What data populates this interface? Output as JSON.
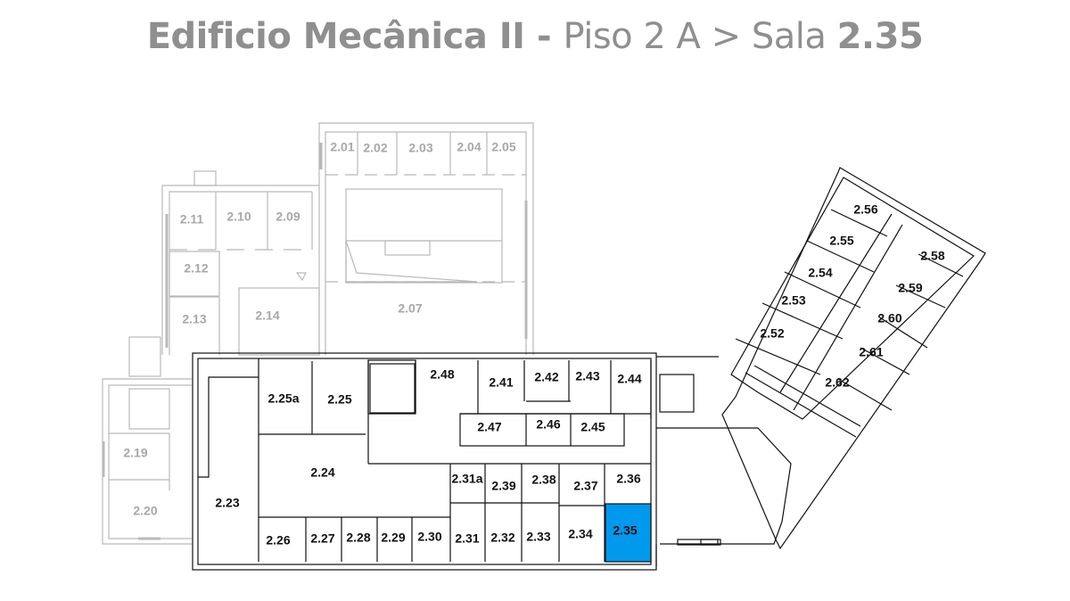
{
  "header": {
    "building": "Edificio Mecânica II",
    "separator": " - ",
    "floor": "Piso 2 A",
    "crumb_sep": " > ",
    "room_prefix": "Sala ",
    "room": "2.35"
  },
  "colors": {
    "highlight": "#0099ee",
    "inactive": "#b9b9b9",
    "active": "#111111",
    "title": "#8f8f8f"
  },
  "map": {
    "selected_room": "2.35",
    "inactive_rooms": {
      "r201": "2.01",
      "r202": "2.02",
      "r203": "2.03",
      "r204": "2.04",
      "r205": "2.05",
      "r207": "2.07",
      "r209": "2.09",
      "r210": "2.10",
      "r211": "2.11",
      "r212": "2.12",
      "r213": "2.13",
      "r214": "2.14",
      "r219": "2.19",
      "r220": "2.20"
    },
    "rooms": {
      "r223": "2.23",
      "r224": "2.24",
      "r225": "2.25",
      "r225a": "2.25a",
      "r226": "2.26",
      "r227": "2.27",
      "r228": "2.28",
      "r229": "2.29",
      "r230": "2.30",
      "r231": "2.31",
      "r231a": "2.31a",
      "r232": "2.32",
      "r233": "2.33",
      "r234": "2.34",
      "r235": "2.35",
      "r236": "2.36",
      "r237": "2.37",
      "r238": "2.38",
      "r239": "2.39",
      "r241": "2.41",
      "r242": "2.42",
      "r243": "2.43",
      "r244": "2.44",
      "r245": "2.45",
      "r246": "2.46",
      "r247": "2.47",
      "r248": "2.48",
      "r252": "2.52",
      "r253": "2.53",
      "r254": "2.54",
      "r255": "2.55",
      "r256": "2.56",
      "r258": "2.58",
      "r259": "2.59",
      "r260": "2.60",
      "r261": "2.61",
      "r262": "2.62"
    }
  }
}
